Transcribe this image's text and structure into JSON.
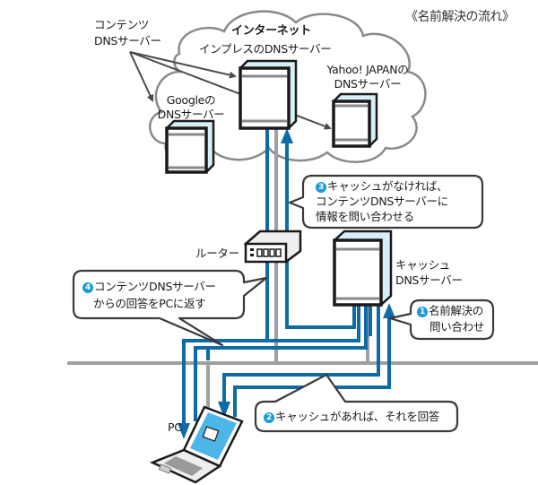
{
  "title": "《名前解決の流れ》",
  "colors": {
    "flow_blue": "#0f6aa5",
    "network_gray": "#a0a0a0",
    "outline": "#1a1a1a",
    "badge": "#1a9ad6",
    "screen": "#4db5e8"
  },
  "cloud": {
    "label": "インターネット"
  },
  "labels": {
    "content_dns": [
      "コンテンツ",
      "DNSサーバー"
    ],
    "impress_dns": "インプレスのDNSサーバー",
    "yahoo_dns": [
      "Yahoo! JAPANの",
      "DNSサーバー"
    ],
    "google_dns": [
      "Googleの",
      "DNSサーバー"
    ],
    "router": "ルーター",
    "cache_dns": [
      "キャッシュ",
      "DNSサーバー"
    ],
    "pc": "PC"
  },
  "callouts": [
    {
      "num": "1",
      "lines": [
        "名前解決の",
        "問い合わせ"
      ]
    },
    {
      "num": "2",
      "lines": [
        "キャッシュがあれば、それを回答"
      ]
    },
    {
      "num": "3",
      "lines": [
        "キャッシュがなければ、",
        "コンテンツDNSサーバーに",
        "情報を問い合わせる"
      ]
    },
    {
      "num": "4",
      "lines": [
        "コンテンツDNSサーバー",
        "からの回答をPCに返す"
      ]
    }
  ]
}
